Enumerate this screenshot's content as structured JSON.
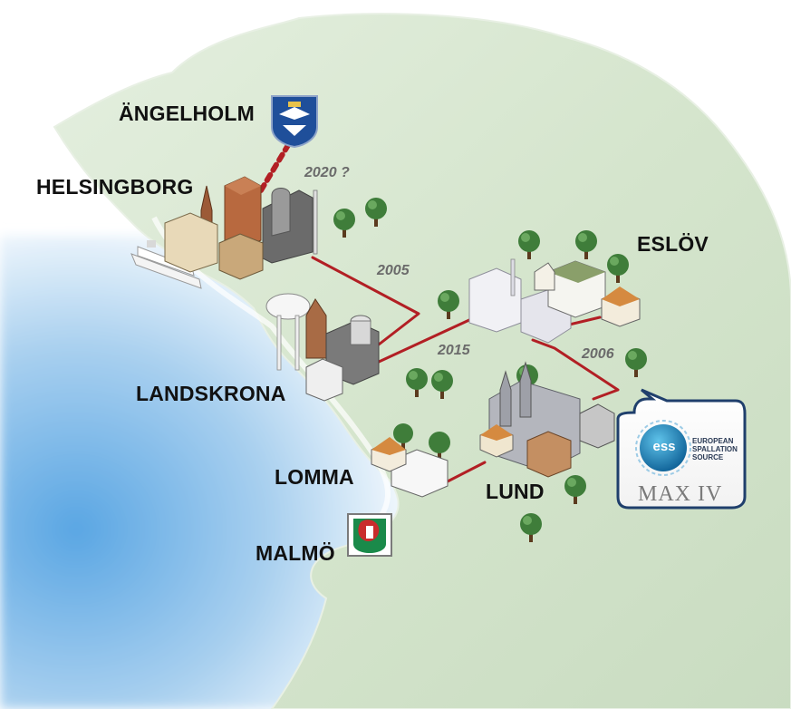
{
  "map": {
    "cities": [
      {
        "id": "angelholm",
        "name": "ÄNGELHOLM"
      },
      {
        "id": "helsingborg",
        "name": "HELSINGBORG"
      },
      {
        "id": "eslov",
        "name": "ESLÖV"
      },
      {
        "id": "landskrona",
        "name": "LANDSKRONA"
      },
      {
        "id": "lomma",
        "name": "LOMMA"
      },
      {
        "id": "lund",
        "name": "LUND"
      },
      {
        "id": "malmo",
        "name": "MALMÖ"
      }
    ],
    "connections": [
      {
        "id": "helsingborg-angelholm",
        "year": "2020 ?",
        "style": "dotted"
      },
      {
        "id": "helsingborg-plant",
        "year": "2005",
        "style": "solid"
      },
      {
        "id": "landskrona-plant",
        "year": "2015",
        "style": "solid"
      },
      {
        "id": "plant-lund",
        "year": "2006",
        "style": "solid"
      }
    ],
    "callout": {
      "ess_logo_text": "ess",
      "ess_name_lines": [
        "EUROPEAN",
        "SPALLATION",
        "SOURCE"
      ],
      "maxiv_logo_text": "MAX IV"
    },
    "colors": {
      "land": "#d6e6cf",
      "sea": "#7fb9e6",
      "network_line": "#b21f24",
      "tree": "#3f7d3a",
      "label": "#111111",
      "year": "#6b6b6b"
    },
    "icons": [
      "angelholm-coat-of-arms-icon",
      "malmo-coat-of-arms-icon",
      "tree-icon",
      "factory-icon",
      "ship-icon",
      "cathedral-icon"
    ]
  }
}
